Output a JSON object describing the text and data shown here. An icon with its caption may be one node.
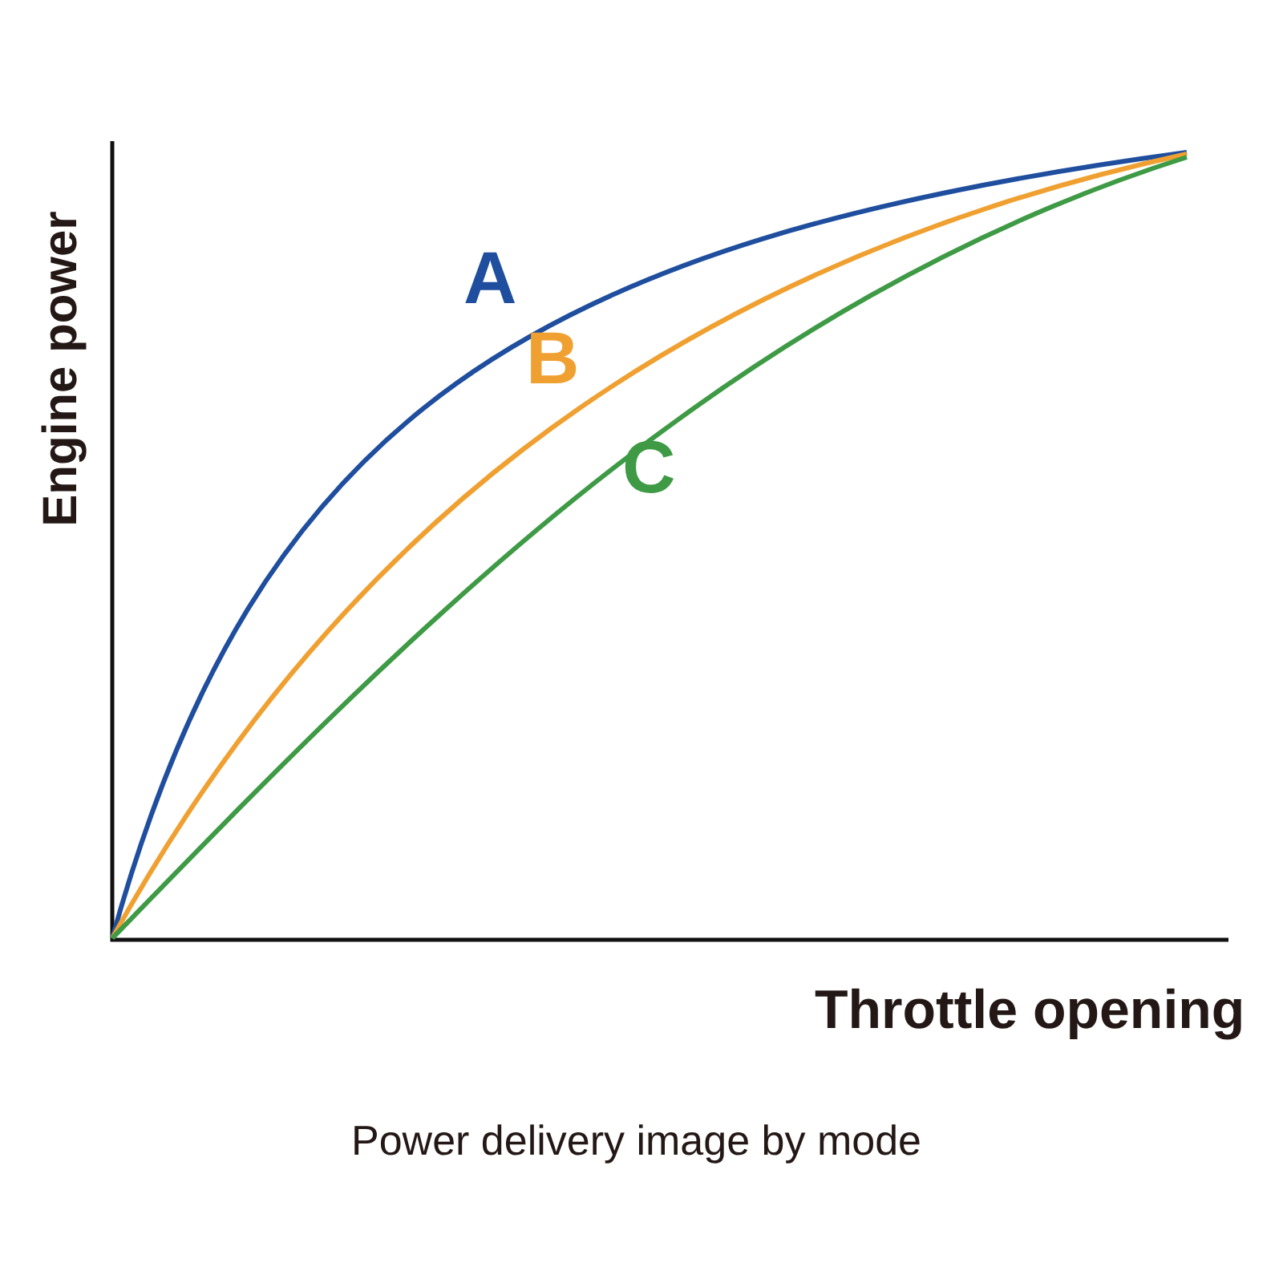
{
  "diagram": {
    "caption": "Power delivery image by mode",
    "labels": [
      "Engine power",
      "A",
      "B",
      "C",
      "Throttle opening"
    ]
  }
}
